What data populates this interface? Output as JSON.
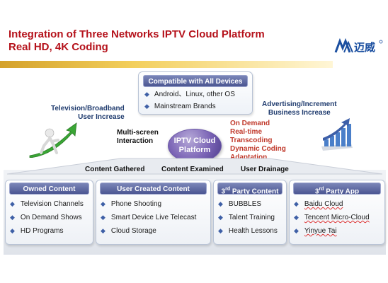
{
  "title": {
    "line1": "Integration of Three Networks IPTV Cloud Platform",
    "line2": "Real HD, 4K Coding"
  },
  "logo": {
    "text": "迈威"
  },
  "compatible": {
    "header": "Compatible with All Devices",
    "items": [
      "Android、Linux, other OS",
      "Mainstream Brands"
    ]
  },
  "left_label": {
    "line1": "Television/Broadband",
    "line2": "User Increase"
  },
  "right_label": {
    "line1": "Advertising/Increment",
    "line2": "Business Increase"
  },
  "multiscreen": {
    "line1": "Multi-screen",
    "line2": "Interaction"
  },
  "center": {
    "line1": "IPTV Cloud",
    "line2": "Platform"
  },
  "features": [
    "On Demand",
    "Real-time",
    "Transcoding",
    "Dynamic Coding",
    "Adaptation"
  ],
  "categories": [
    "Content Gathered",
    "Content Examined",
    "User Drainage"
  ],
  "boxes": [
    {
      "header": "Owned Content",
      "items": [
        "Television Channels",
        "On Demand Shows",
        "HD Programs"
      ]
    },
    {
      "header": "User Created Content",
      "items": [
        "Phone Shooting",
        "Smart Device Live Telecast",
        "Cloud Storage"
      ]
    },
    {
      "header_sup": "rd",
      "header_num": "3",
      "header_rest": " Party Content",
      "items": [
        "BUBBLES",
        "Talent Training",
        "Health Lessons"
      ]
    },
    {
      "header_sup": "rd",
      "header_num": "3",
      "header_rest": " Party App",
      "items": [
        "Baidu Cloud",
        "Tencent Micro-Cloud",
        "Yinyue Tai"
      ]
    }
  ],
  "colors": {
    "title_red": "#b5121b",
    "header_purple": "#4b5692",
    "feature_red": "#c0392b",
    "bullet_blue": "#3e5fa6"
  },
  "icons": [
    "diamond-bullet-icon",
    "person-pushing-arrow-icon",
    "growth-chart-icon",
    "logo-icon"
  ]
}
